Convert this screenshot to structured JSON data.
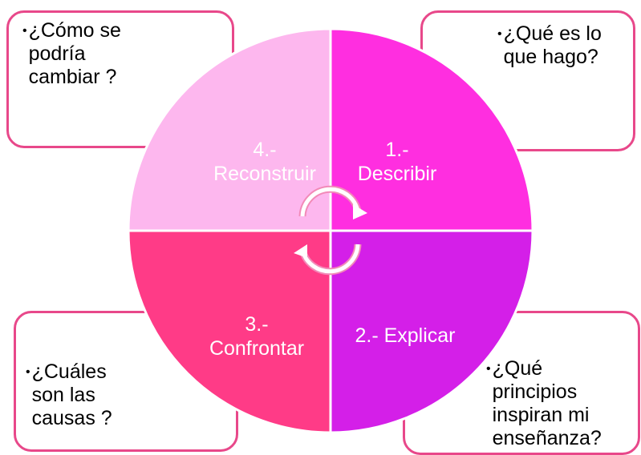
{
  "colors": {
    "box_border": "#e8488a",
    "q1": "#ff2ee0",
    "q2": "#d41fe8",
    "q3": "#ff3b87",
    "q4": "#fdb7ee"
  },
  "quadrants": {
    "q1": {
      "label": "1.-\nDescribir",
      "question": "¿Qué es lo\nque hago?"
    },
    "q2": {
      "label": "2.- Explicar",
      "question": "¿Qué\nprincipios\ninspiran mi\nenseñanza?"
    },
    "q3": {
      "label": "3.-\nConfrontar",
      "question": "¿Cuáles\nson las\ncausas ?"
    },
    "q4": {
      "label": "4.-\nReconstruir",
      "question": "¿Cómo se\npodría\ncambiar ?"
    }
  },
  "icons": {
    "cycle": "circular-arrows-icon"
  }
}
